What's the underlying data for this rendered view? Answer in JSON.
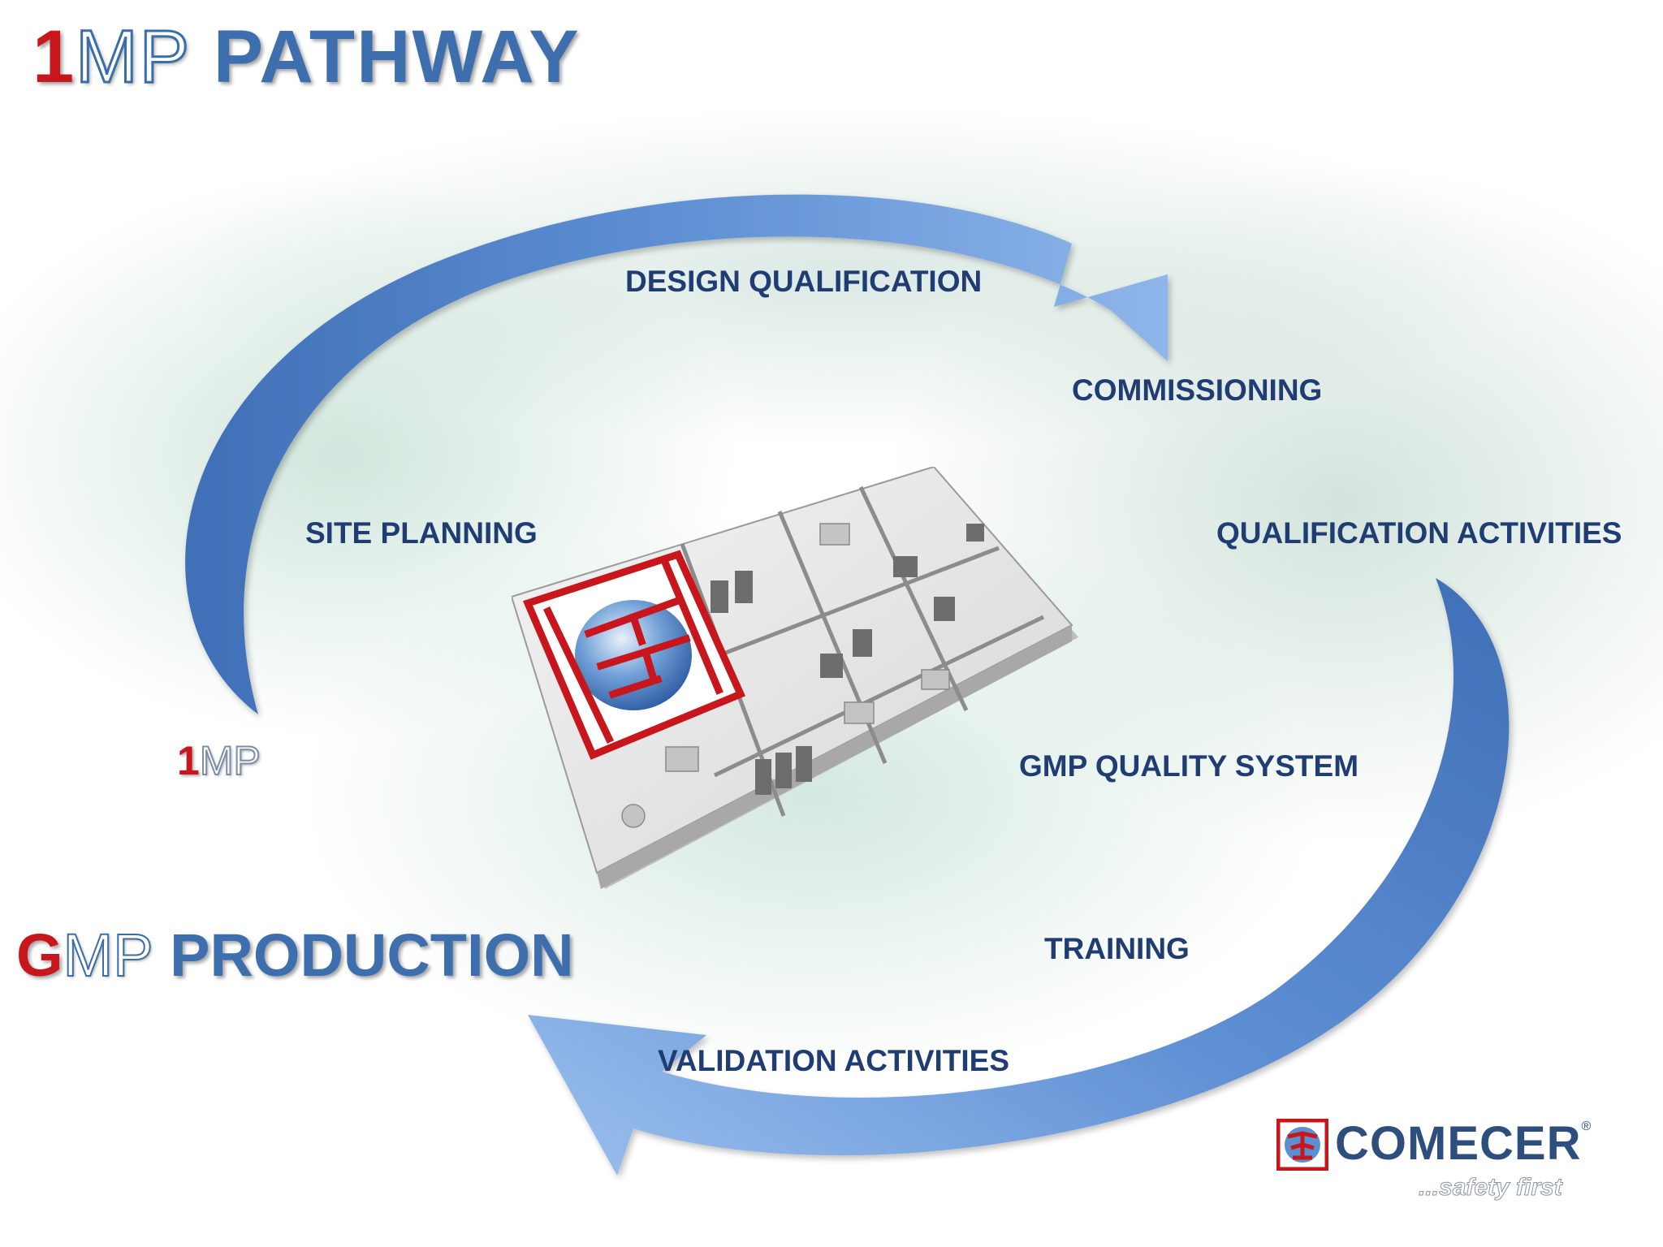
{
  "title": {
    "number": "1",
    "letters": "MP",
    "word": "PATHWAY"
  },
  "steps": {
    "design_qualification": "DESIGN QUALIFICATION",
    "commissioning": "COMMISSIONING",
    "qualification_activities": "QUALIFICATION ACTIVITIES",
    "site_planning": "SITE PLANNING",
    "gmp_quality_system": "GMP QUALITY SYSTEM",
    "training": "TRAINING",
    "validation_activities": "VALIDATION ACTIVITIES"
  },
  "small_logo": {
    "number": "1",
    "letters": "MP"
  },
  "production": {
    "g": "G",
    "mp": "MP",
    "word": "PRODUCTION"
  },
  "brand": {
    "name": "COMECER",
    "registered": "®",
    "tagline": "...safety first"
  },
  "colors": {
    "arrow_blue": "#4f80c4",
    "text_navy": "#1f3d73",
    "accent_red": "#c8161d"
  },
  "icons": [
    "facility-floorplan-icon",
    "comecer-logo-icon",
    "cycle-arrow-icon"
  ]
}
